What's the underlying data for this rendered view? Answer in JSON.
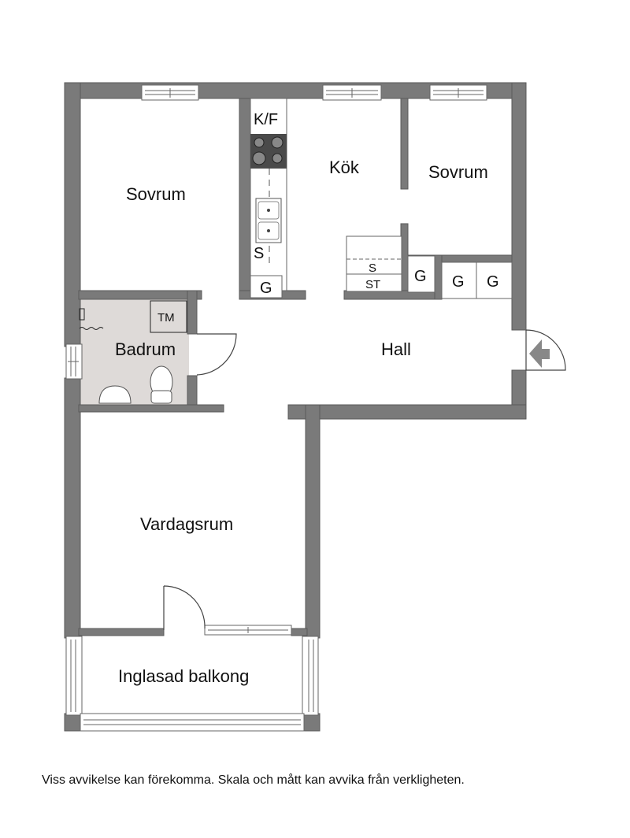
{
  "floorplan": {
    "colors": {
      "wall": "#7a7a7a",
      "wall_stroke": "#555555",
      "bathroom_floor": "#dedad8",
      "stove": "#4a4a4a",
      "background": "#ffffff"
    },
    "rooms": [
      {
        "id": "sovrum-1",
        "label": "Sovrum"
      },
      {
        "id": "kok",
        "label": "Kök"
      },
      {
        "id": "sovrum-2",
        "label": "Sovrum"
      },
      {
        "id": "badrum",
        "label": "Badrum"
      },
      {
        "id": "hall",
        "label": "Hall"
      },
      {
        "id": "vardagsrum",
        "label": "Vardagsrum"
      },
      {
        "id": "inglasad-balkong",
        "label": "Inglasad balkong"
      }
    ],
    "fixtures": {
      "fridge_freezer": "K/F",
      "sink": "S",
      "closet_kitchen": "G",
      "cabinet_s": "S",
      "cabinet_st": "ST",
      "closet_hall_1": "G",
      "closet_hall_2": "G",
      "closet_hall_3": "G",
      "washing_machine": "TM"
    }
  },
  "footer": {
    "disclaimer": "Viss avvikelse kan förekomma. Skala och mått kan avvika från verkligheten."
  }
}
